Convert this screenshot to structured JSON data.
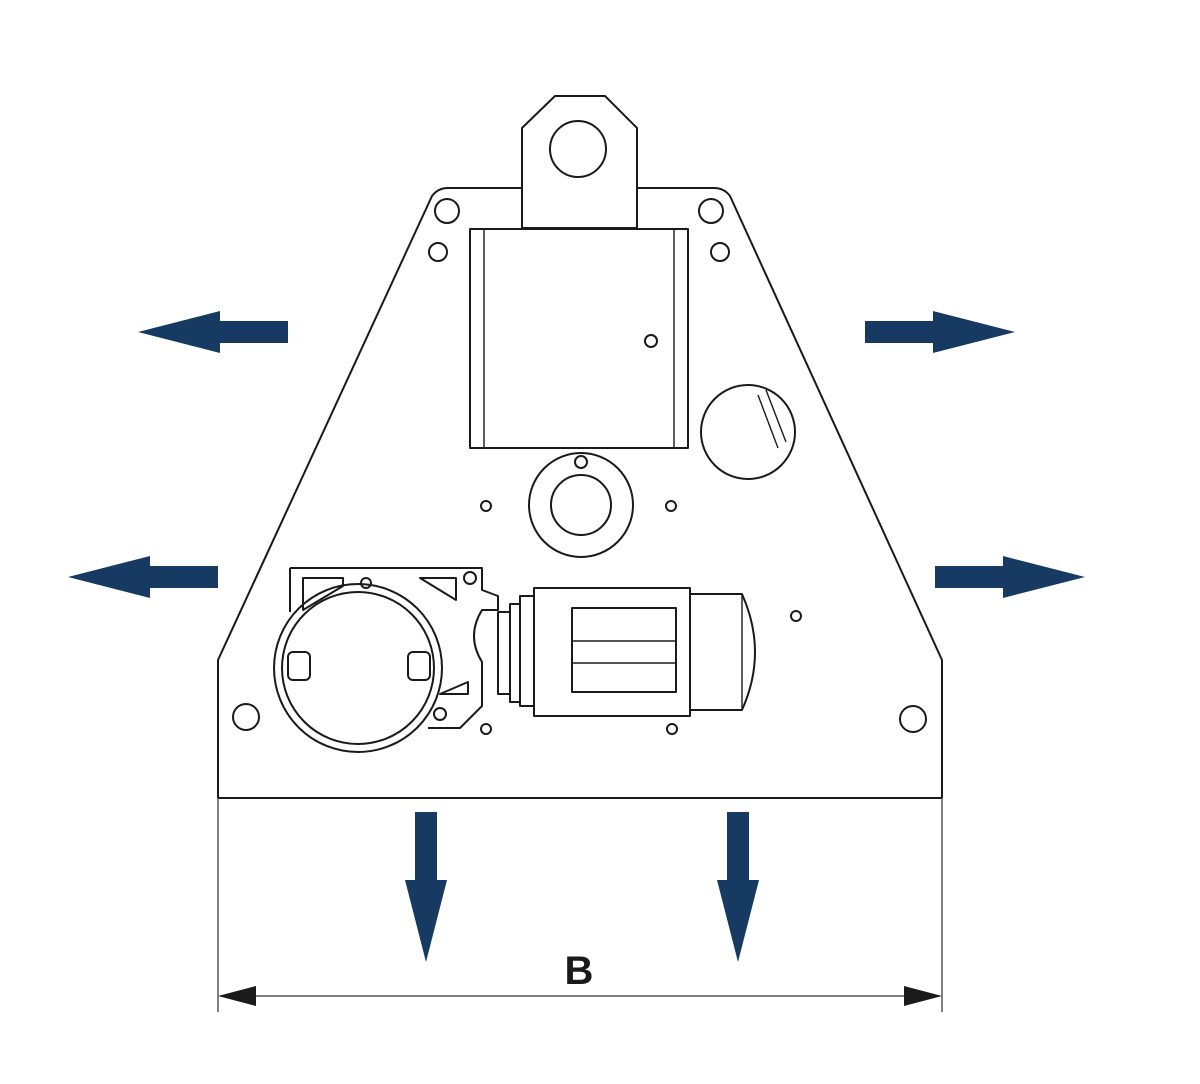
{
  "colors": {
    "arrow": "#163a62",
    "line": "#1a1a1a",
    "dimension": "#555555",
    "background": "#ffffff"
  },
  "dimension": {
    "label": "B"
  },
  "arrows": [
    {
      "id": "arrow-left-upper",
      "direction": "left"
    },
    {
      "id": "arrow-left-lower",
      "direction": "left"
    },
    {
      "id": "arrow-right-upper",
      "direction": "right"
    },
    {
      "id": "arrow-right-lower",
      "direction": "right"
    },
    {
      "id": "arrow-down-left",
      "direction": "down"
    },
    {
      "id": "arrow-down-right",
      "direction": "down"
    }
  ]
}
